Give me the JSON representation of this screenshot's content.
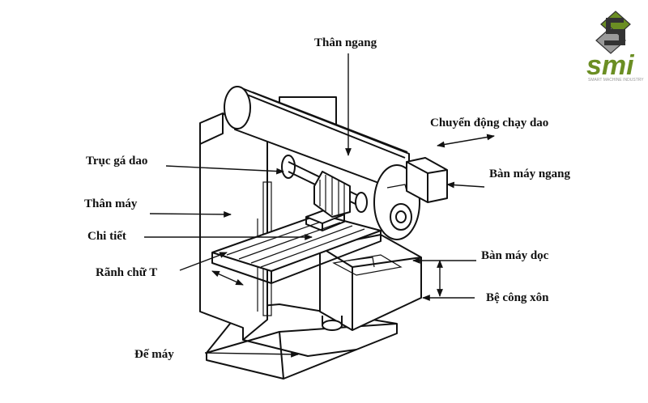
{
  "diagram": {
    "labels": {
      "than_ngang": "Thân ngang",
      "chuyen_dong": "Chuyển động chạy dao",
      "truc_ga_dao": "Trục gá dao",
      "ban_may_ngang": "Bàn máy ngang",
      "than_may": "Thân máy",
      "chi_tiet": "Chi tiết",
      "ban_may_doc": "Bàn máy dọc",
      "ranh_chu_t": "Rãnh chữ T",
      "be_cong_xon": "Bệ công xôn",
      "de_may": "Đế máy"
    }
  },
  "logo": {
    "text": "smi",
    "tagline": "SMART MACHINE INDUSTRY",
    "colors": {
      "green": "#6b8e23",
      "dark": "#333333",
      "grey": "#9a9a9a"
    }
  }
}
